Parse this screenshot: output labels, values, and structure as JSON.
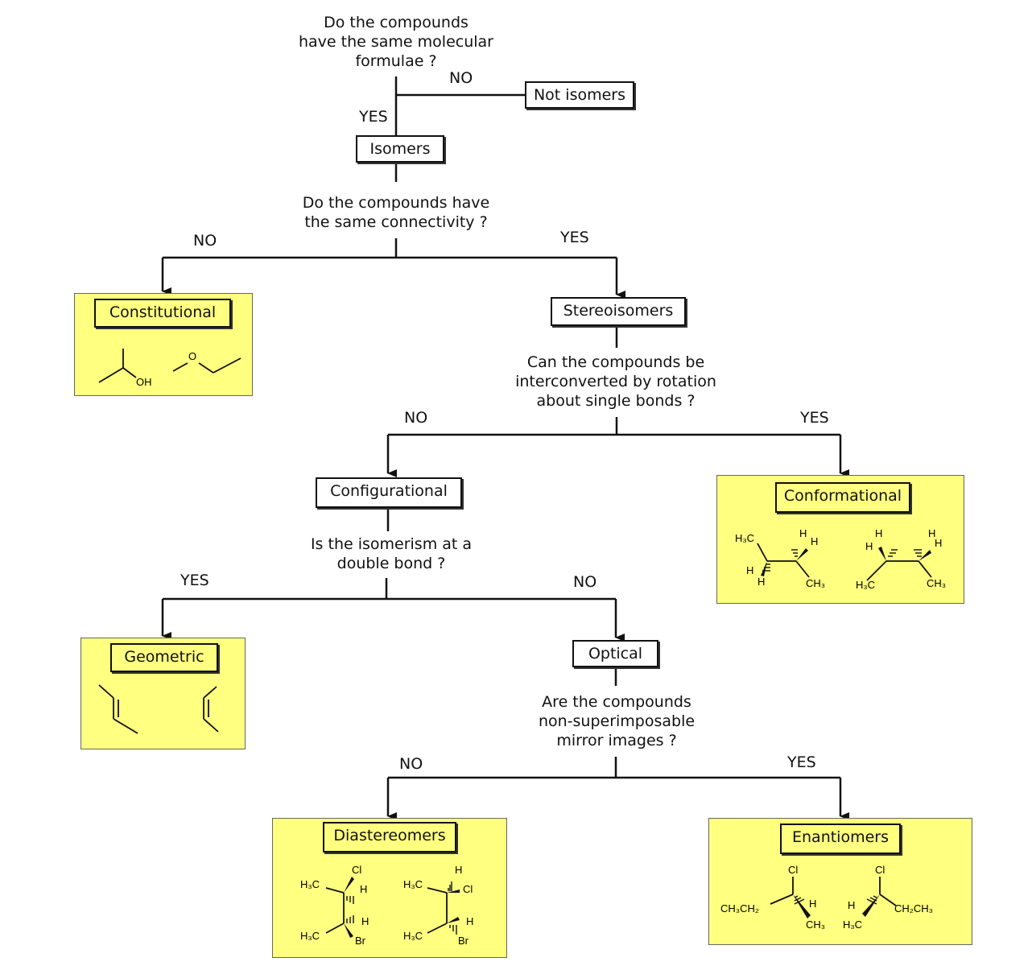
{
  "questions": {
    "same_formula": [
      "Do the compounds",
      "have the same molecular",
      "formulae ?"
    ],
    "same_connectivity": [
      "Do the compounds have",
      "the same connectivity ?"
    ],
    "rotation": [
      "Can the compounds be",
      "interconverted by rotation",
      "about single bonds ?"
    ],
    "double_bond": [
      "Is the isomerism at a",
      "double bond ?"
    ],
    "mirror": [
      "Are the compounds",
      "non-superimposable",
      "mirror images ?"
    ]
  },
  "answers": {
    "yes": "YES",
    "no": "NO"
  },
  "nodes": {
    "not_isomers": "Not isomers",
    "isomers": "Isomers",
    "stereoisomers": "Stereoisomers",
    "configurational": "Configurational",
    "optical": "Optical"
  },
  "panels": {
    "constitutional": {
      "label": "Constitutional"
    },
    "conformational": {
      "label": "Conformational"
    },
    "geometric": {
      "label": "Geometric"
    },
    "diastereomers": {
      "label": "Diastereomers"
    },
    "enantiomers": {
      "label": "Enantiomers"
    }
  },
  "atoms": {
    "OH": "OH",
    "O": "O",
    "H": "H",
    "C": "C",
    "Cl": "Cl",
    "Br": "Br",
    "H3C": "H₃C",
    "CH3": "CH₃",
    "CH3CH2": "CH₃CH₂",
    "CH2CH3": "CH₂CH₃"
  },
  "colors": {
    "panel_fill": "#ffff80",
    "line": "#111111"
  }
}
